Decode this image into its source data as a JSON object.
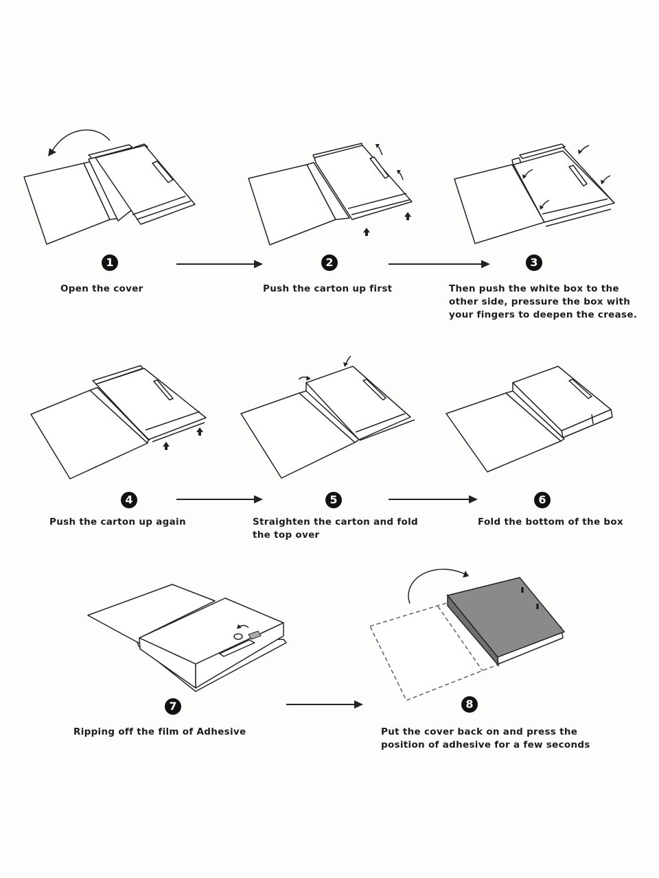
{
  "page": {
    "background": "#fdfdfb",
    "ink_color": "#222222",
    "badge_color": "#111111",
    "filled_box_color": "#8a8a8a"
  },
  "steps": [
    {
      "number": "1",
      "caption_lines": [
        "Open the cover"
      ],
      "illustration": "open-box-with-arrow-over"
    },
    {
      "number": "2",
      "caption_lines": [
        "Push the carton up first"
      ],
      "illustration": "push-carton-up-arrows"
    },
    {
      "number": "3",
      "caption_lines": [
        "Then push the white box to the",
        "other side, pressure the box with",
        "your fingers to deepen the crease."
      ],
      "illustration": "press-crease-arrows"
    },
    {
      "number": "4",
      "caption_lines": [
        "Push the carton up again"
      ],
      "illustration": "push-carton-up-again-arrows"
    },
    {
      "number": "5",
      "caption_lines": [
        "Straighten the carton and fold",
        "the top over"
      ],
      "illustration": "fold-top-over-arrows"
    },
    {
      "number": "6",
      "caption_lines": [
        "Fold the bottom of the box"
      ],
      "illustration": "fold-bottom-of-box"
    },
    {
      "number": "7",
      "caption_lines": [
        "Ripping off the film of Adhesive"
      ],
      "illustration": "peel-adhesive-film"
    },
    {
      "number": "8",
      "caption_lines": [
        "Put the cover back on and press the",
        "position of adhesive for a few seconds"
      ],
      "illustration": "close-cover-press-adhesive"
    }
  ],
  "connectors": [
    {
      "from": "1",
      "to": "2",
      "icon": "right-arrow-icon"
    },
    {
      "from": "2",
      "to": "3",
      "icon": "right-arrow-icon"
    },
    {
      "from": "4",
      "to": "5",
      "icon": "right-arrow-icon"
    },
    {
      "from": "5",
      "to": "6",
      "icon": "right-arrow-icon"
    },
    {
      "from": "7",
      "to": "8",
      "icon": "right-arrow-icon"
    }
  ]
}
